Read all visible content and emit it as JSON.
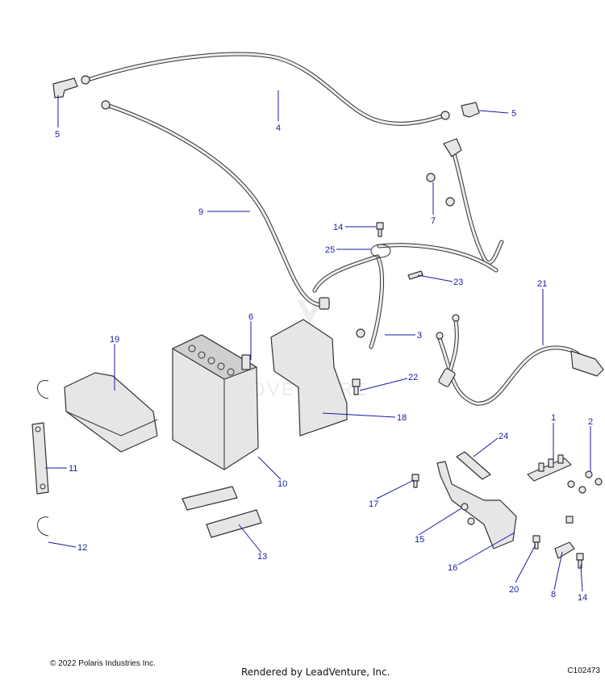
{
  "diagram": {
    "watermark": "LEADVENTURE",
    "callouts": [
      "5",
      "4",
      "5",
      "9",
      "7",
      "14",
      "25",
      "23",
      "21",
      "6",
      "19",
      "3",
      "22",
      "18",
      "1",
      "2",
      "24",
      "11",
      "10",
      "17",
      "15",
      "16",
      "12",
      "13",
      "20",
      "8",
      "14"
    ],
    "colors": {
      "callout": "#1a1aa6",
      "line_art": "#333333",
      "part_fill": "#e6e6e6"
    }
  },
  "footer": {
    "copyright": "© 2022 Polaris Industries Inc.",
    "rendered_by": "Rendered by LeadVenture, Inc.",
    "diagram_code": "C102473"
  }
}
